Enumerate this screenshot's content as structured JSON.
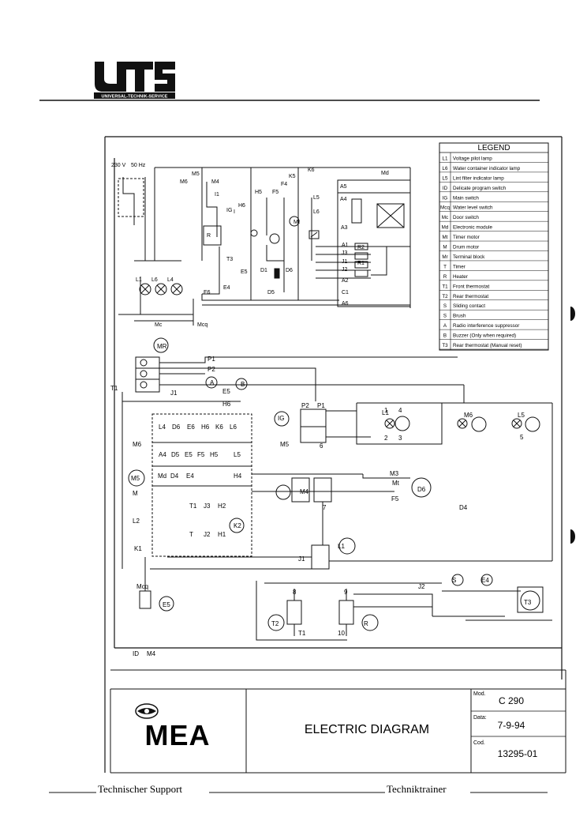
{
  "header": {
    "brand": "UTS",
    "brand_subtitle": "UNIVERSAL-TECHNIK-SERVICE"
  },
  "supply": {
    "voltage": "230 V",
    "frequency": "50 Hz"
  },
  "legend": {
    "title": "LEGEND",
    "items": [
      {
        "code": "L1",
        "text": "Voltage pilot lamp"
      },
      {
        "code": "L6",
        "text": "Water container indicator lamp"
      },
      {
        "code": "L5",
        "text": "Lint filter indicator lamp"
      },
      {
        "code": "ID",
        "text": "Delicate program switch"
      },
      {
        "code": "IG",
        "text": "Main switch"
      },
      {
        "code": "Mcq",
        "text": "Water level switch"
      },
      {
        "code": "Mc",
        "text": "Door switch"
      },
      {
        "code": "Md",
        "text": "Electronic module"
      },
      {
        "code": "Mt",
        "text": "Timer motor"
      },
      {
        "code": "M",
        "text": "Drum motor"
      },
      {
        "code": "Mr",
        "text": "Terminal block"
      },
      {
        "code": "T",
        "text": "Timer"
      },
      {
        "code": "R",
        "text": "Heater"
      },
      {
        "code": "T1",
        "text": "Front thermostat"
      },
      {
        "code": "T2",
        "text": "Rear thermostat"
      },
      {
        "code": "S",
        "text": "Sliding contact"
      },
      {
        "code": "S",
        "text": "Brush"
      },
      {
        "code": "A",
        "text": "Radio interference suppressor"
      },
      {
        "code": "B",
        "text": "Buzzer (Only when required)"
      },
      {
        "code": "T3",
        "text": "Rear thermostat (Manual reset)"
      }
    ]
  },
  "diagram_labels": {
    "top": [
      "M5",
      "M6",
      "M4",
      "I1",
      "IG",
      "H5",
      "F5",
      "F4",
      "K5",
      "K6",
      "L5",
      "L6",
      "Md",
      "A5",
      "A4",
      "A3",
      "A1",
      "J3",
      "J1",
      "J2",
      "A2",
      "A6",
      "C1",
      "R2",
      "R1",
      "Mt",
      "D1",
      "D6",
      "D5",
      "E6",
      "E5",
      "E4",
      "H6",
      "T3",
      "L1",
      "L6",
      "L4",
      "Mc",
      "Mcq",
      "R",
      "I"
    ],
    "bottom": [
      "MR",
      "P1",
      "P2",
      "T1",
      "J1",
      "A",
      "B",
      "E5",
      "H6",
      "IG",
      "P2",
      "P1",
      "M5",
      "L1",
      "M6",
      "L5",
      "L4",
      "D6",
      "E6",
      "H6",
      "K6",
      "L6",
      "M6",
      "A4",
      "D5",
      "E5",
      "F5",
      "H5",
      "L5",
      "M5",
      "Md",
      "D4",
      "E4",
      "H4",
      "M4",
      "M3",
      "Mt",
      "F5",
      "D6",
      "D4",
      "M",
      "T1",
      "J3",
      "H2",
      "K2",
      "L2",
      "T",
      "J2",
      "H1",
      "K1",
      "L1",
      "J1",
      "Mcq",
      "E5",
      "J2",
      "S",
      "E4",
      "T3",
      "T2",
      "R",
      "T1",
      "ID",
      "M4"
    ],
    "numbers": [
      "1",
      "2",
      "3",
      "4",
      "5",
      "6",
      "7",
      "8",
      "9",
      "10"
    ]
  },
  "title_block": {
    "brand": "MEA",
    "title": "ELECTRIC DIAGRAM",
    "mod_label": "Mod.",
    "mod_value": "C 290",
    "data_label": "Data:",
    "data_value": "7-9-94",
    "cod_label": "Cod.",
    "cod_value": "13295-01"
  },
  "footer": {
    "left": "Technischer Support",
    "right": "Techniktrainer"
  }
}
